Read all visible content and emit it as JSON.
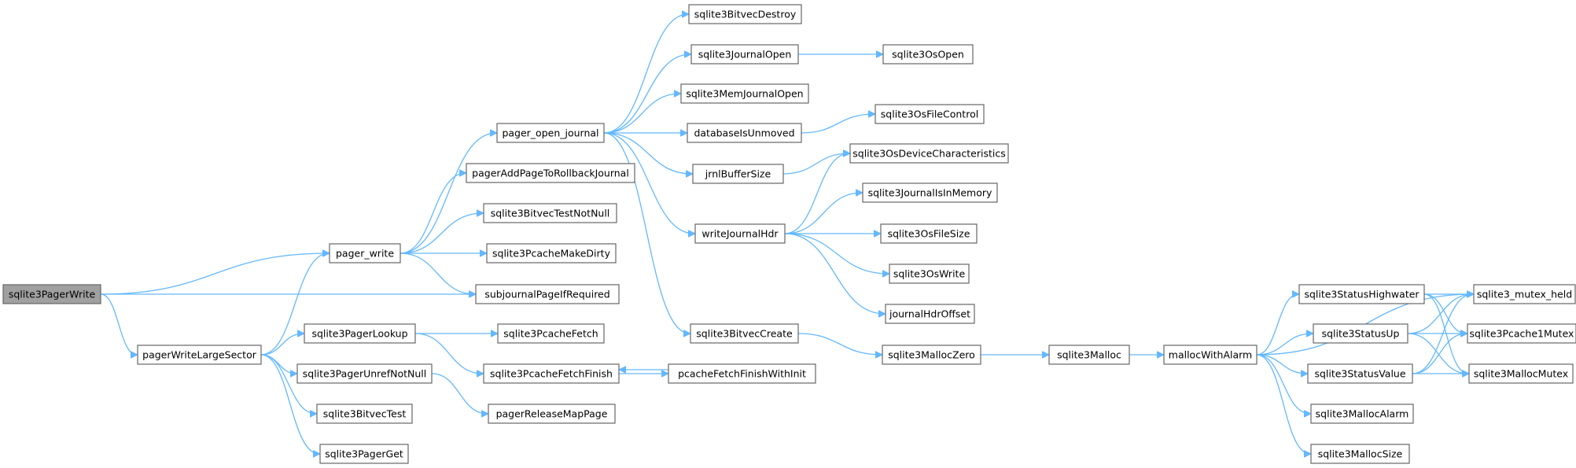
{
  "nodes": [
    {
      "id": "sqlite3PagerWrite",
      "label": "sqlite3PagerWrite",
      "root": true
    },
    {
      "id": "pager_write",
      "label": "pager_write"
    },
    {
      "id": "pagerWriteLargeSector",
      "label": "pagerWriteLargeSector"
    },
    {
      "id": "subjournalPageIfRequired",
      "label": "subjournalPageIfRequired"
    },
    {
      "id": "pager_open_journal",
      "label": "pager_open_journal"
    },
    {
      "id": "pagerAddPageToRollbackJournal",
      "label": "pagerAddPageToRollbackJournal"
    },
    {
      "id": "sqlite3BitvecTestNotNull",
      "label": "sqlite3BitvecTestNotNull"
    },
    {
      "id": "sqlite3PcacheMakeDirty",
      "label": "sqlite3PcacheMakeDirty"
    },
    {
      "id": "sqlite3BitvecDestroy",
      "label": "sqlite3BitvecDestroy"
    },
    {
      "id": "sqlite3JournalOpen",
      "label": "sqlite3JournalOpen"
    },
    {
      "id": "sqlite3OsOpen",
      "label": "sqlite3OsOpen"
    },
    {
      "id": "sqlite3MemJournalOpen",
      "label": "sqlite3MemJournalOpen"
    },
    {
      "id": "databaseIsUnmoved",
      "label": "databaseIsUnmoved"
    },
    {
      "id": "sqlite3OsFileControl",
      "label": "sqlite3OsFileControl"
    },
    {
      "id": "jrnlBufferSize",
      "label": "jrnlBufferSize"
    },
    {
      "id": "sqlite3OsDeviceCharacteristics",
      "label": "sqlite3OsDeviceCharacteristics"
    },
    {
      "id": "writeJournalHdr",
      "label": "writeJournalHdr"
    },
    {
      "id": "sqlite3JournalIsInMemory",
      "label": "sqlite3JournalIsInMemory"
    },
    {
      "id": "sqlite3OsFileSize",
      "label": "sqlite3OsFileSize"
    },
    {
      "id": "sqlite3OsWrite",
      "label": "sqlite3OsWrite"
    },
    {
      "id": "journalHdrOffset",
      "label": "journalHdrOffset"
    },
    {
      "id": "sqlite3BitvecCreate",
      "label": "sqlite3BitvecCreate"
    },
    {
      "id": "sqlite3MallocZero",
      "label": "sqlite3MallocZero"
    },
    {
      "id": "sqlite3Malloc",
      "label": "sqlite3Malloc"
    },
    {
      "id": "mallocWithAlarm",
      "label": "mallocWithAlarm"
    },
    {
      "id": "sqlite3StatusHighwater",
      "label": "sqlite3StatusHighwater"
    },
    {
      "id": "sqlite3StatusUp",
      "label": "sqlite3StatusUp"
    },
    {
      "id": "sqlite3StatusValue",
      "label": "sqlite3StatusValue"
    },
    {
      "id": "sqlite3MallocAlarm",
      "label": "sqlite3MallocAlarm"
    },
    {
      "id": "sqlite3MallocSize",
      "label": "sqlite3MallocSize"
    },
    {
      "id": "sqlite3_mutex_held",
      "label": "sqlite3_mutex_held"
    },
    {
      "id": "sqlite3Pcache1Mutex",
      "label": "sqlite3Pcache1Mutex"
    },
    {
      "id": "sqlite3MallocMutex",
      "label": "sqlite3MallocMutex"
    },
    {
      "id": "sqlite3PagerLookup",
      "label": "sqlite3PagerLookup"
    },
    {
      "id": "sqlite3PcacheFetch",
      "label": "sqlite3PcacheFetch"
    },
    {
      "id": "sqlite3PcacheFetchFinish",
      "label": "sqlite3PcacheFetchFinish"
    },
    {
      "id": "pcacheFetchFinishWithInit",
      "label": "pcacheFetchFinishWithInit"
    },
    {
      "id": "sqlite3PagerUnrefNotNull",
      "label": "sqlite3PagerUnrefNotNull"
    },
    {
      "id": "pagerReleaseMapPage",
      "label": "pagerReleaseMapPage"
    },
    {
      "id": "sqlite3BitvecTest",
      "label": "sqlite3BitvecTest"
    },
    {
      "id": "sqlite3PagerGet",
      "label": "sqlite3PagerGet"
    }
  ],
  "edges": [
    [
      "sqlite3PagerWrite",
      "pager_write"
    ],
    [
      "sqlite3PagerWrite",
      "subjournalPageIfRequired"
    ],
    [
      "sqlite3PagerWrite",
      "pagerWriteLargeSector"
    ],
    [
      "pager_write",
      "pager_open_journal"
    ],
    [
      "pager_write",
      "pagerAddPageToRollbackJournal"
    ],
    [
      "pager_write",
      "sqlite3BitvecTestNotNull"
    ],
    [
      "pager_write",
      "sqlite3PcacheMakeDirty"
    ],
    [
      "pager_write",
      "subjournalPageIfRequired"
    ],
    [
      "pager_open_journal",
      "sqlite3BitvecDestroy"
    ],
    [
      "pager_open_journal",
      "sqlite3JournalOpen"
    ],
    [
      "pager_open_journal",
      "sqlite3MemJournalOpen"
    ],
    [
      "pager_open_journal",
      "databaseIsUnmoved"
    ],
    [
      "pager_open_journal",
      "jrnlBufferSize"
    ],
    [
      "pager_open_journal",
      "writeJournalHdr"
    ],
    [
      "pager_open_journal",
      "sqlite3BitvecCreate"
    ],
    [
      "sqlite3JournalOpen",
      "sqlite3OsOpen"
    ],
    [
      "databaseIsUnmoved",
      "sqlite3OsFileControl"
    ],
    [
      "jrnlBufferSize",
      "sqlite3OsDeviceCharacteristics"
    ],
    [
      "writeJournalHdr",
      "sqlite3OsDeviceCharacteristics"
    ],
    [
      "writeJournalHdr",
      "sqlite3JournalIsInMemory"
    ],
    [
      "writeJournalHdr",
      "sqlite3OsFileSize"
    ],
    [
      "writeJournalHdr",
      "sqlite3OsWrite"
    ],
    [
      "writeJournalHdr",
      "journalHdrOffset"
    ],
    [
      "sqlite3BitvecCreate",
      "sqlite3MallocZero"
    ],
    [
      "sqlite3MallocZero",
      "sqlite3Malloc"
    ],
    [
      "sqlite3Malloc",
      "mallocWithAlarm"
    ],
    [
      "mallocWithAlarm",
      "sqlite3_mutex_held"
    ],
    [
      "mallocWithAlarm",
      "sqlite3StatusHighwater"
    ],
    [
      "mallocWithAlarm",
      "sqlite3StatusUp"
    ],
    [
      "mallocWithAlarm",
      "sqlite3StatusValue"
    ],
    [
      "mallocWithAlarm",
      "sqlite3MallocAlarm"
    ],
    [
      "mallocWithAlarm",
      "sqlite3MallocSize"
    ],
    [
      "sqlite3StatusHighwater",
      "sqlite3_mutex_held"
    ],
    [
      "sqlite3StatusHighwater",
      "sqlite3Pcache1Mutex"
    ],
    [
      "sqlite3StatusHighwater",
      "sqlite3MallocMutex"
    ],
    [
      "sqlite3StatusUp",
      "sqlite3_mutex_held"
    ],
    [
      "sqlite3StatusUp",
      "sqlite3Pcache1Mutex"
    ],
    [
      "sqlite3StatusUp",
      "sqlite3MallocMutex"
    ],
    [
      "sqlite3StatusValue",
      "sqlite3_mutex_held"
    ],
    [
      "sqlite3StatusValue",
      "sqlite3Pcache1Mutex"
    ],
    [
      "sqlite3StatusValue",
      "sqlite3MallocMutex"
    ],
    [
      "pagerWriteLargeSector",
      "pager_write"
    ],
    [
      "pagerWriteLargeSector",
      "sqlite3PagerLookup"
    ],
    [
      "pagerWriteLargeSector",
      "sqlite3PagerUnrefNotNull"
    ],
    [
      "pagerWriteLargeSector",
      "sqlite3BitvecTest"
    ],
    [
      "pagerWriteLargeSector",
      "sqlite3PagerGet"
    ],
    [
      "sqlite3PagerLookup",
      "sqlite3PcacheFetch"
    ],
    [
      "sqlite3PagerLookup",
      "sqlite3PcacheFetchFinish"
    ],
    [
      "sqlite3PcacheFetchFinish",
      "pcacheFetchFinishWithInit"
    ],
    [
      "pcacheFetchFinishWithInit",
      "sqlite3PcacheFetchFinish"
    ],
    [
      "sqlite3PagerUnrefNotNull",
      "pagerReleaseMapPage"
    ]
  ]
}
